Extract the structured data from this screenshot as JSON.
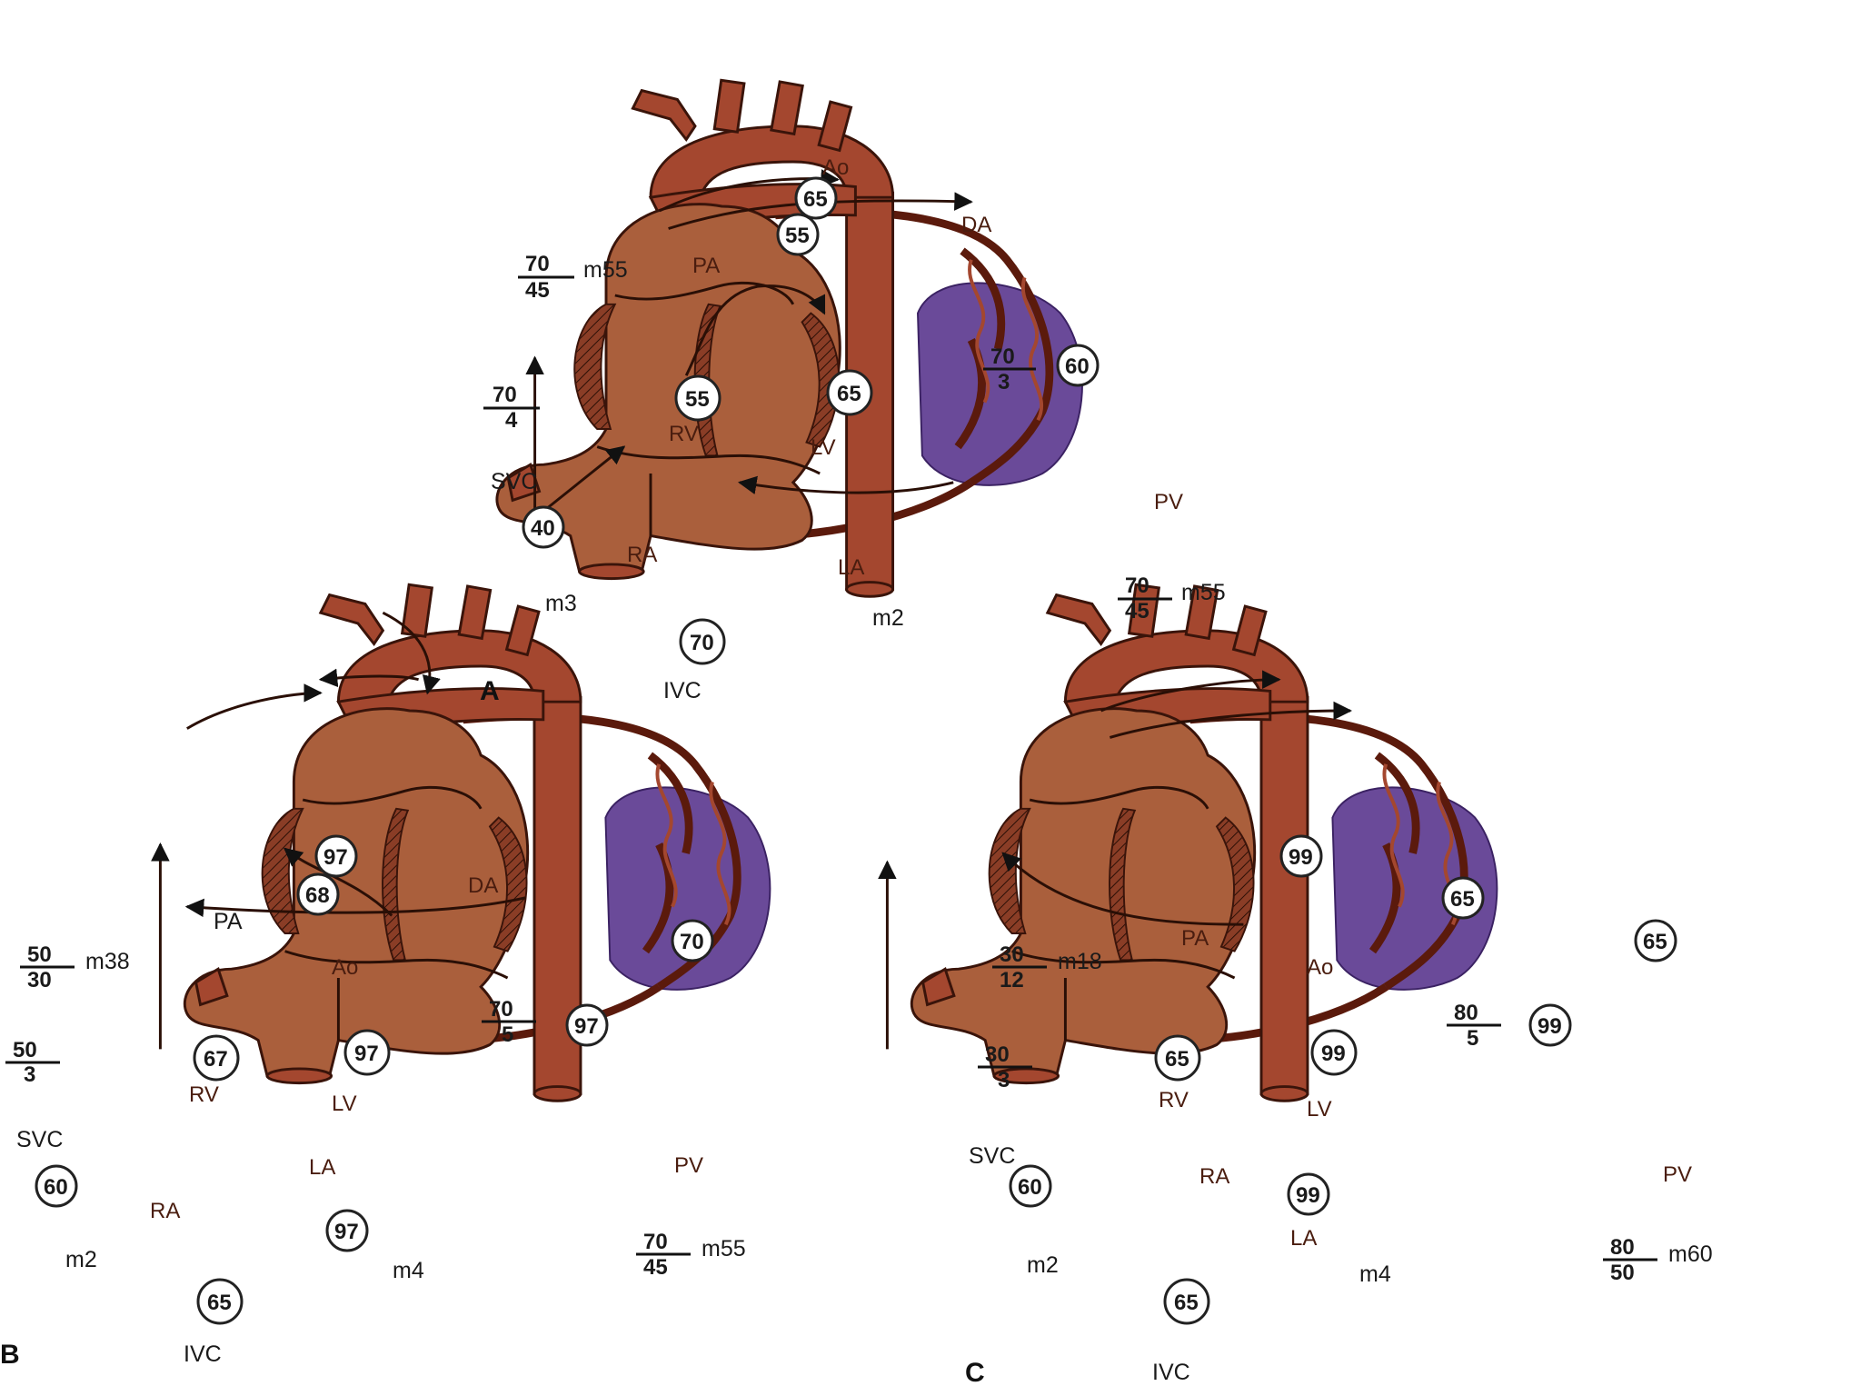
{
  "panels": {
    "A": {
      "letter": "A",
      "vessels": {
        "ao": "Ao",
        "da": "DA",
        "pa": "PA",
        "rv": "RV",
        "lv": "LV",
        "svc": "SVC",
        "ra": "RA",
        "la": "LA",
        "pv": "PV",
        "ivc": "IVC"
      },
      "sats": {
        "ao": "65",
        "pa": "55",
        "rv": "55",
        "lv": "65",
        "desc": "60",
        "svc": "40",
        "ivc": "70"
      },
      "pressures": {
        "pa": {
          "num": "70",
          "den": "45",
          "mean": "m55"
        },
        "rv": {
          "num": "70",
          "den": "4"
        },
        "lv": {
          "num": "70",
          "den": "3"
        },
        "ao": {
          "num": "70",
          "den": "45",
          "mean": "m55"
        },
        "ra": "m3",
        "la": "m2"
      }
    },
    "B": {
      "letter": "B",
      "vessels": {
        "da": "DA",
        "pa": "PA",
        "ao": "Ao",
        "rv": "RV",
        "lv": "LV",
        "svc": "SVC",
        "la": "LA",
        "ra": "RA",
        "pv": "PV",
        "ivc": "IVC"
      },
      "sats": {
        "ao": "97",
        "pa": "68",
        "pv": "70",
        "rv": "67",
        "lv": "97",
        "desc": "97",
        "svc": "60",
        "la": "97",
        "ivc": "65"
      },
      "pressures": {
        "pa": {
          "num": "50",
          "den": "30",
          "mean": "m38"
        },
        "rv": {
          "num": "50",
          "den": "3"
        },
        "lv": {
          "num": "70",
          "den": "5"
        },
        "ao": {
          "num": "70",
          "den": "45",
          "mean": "m55"
        },
        "ra": "m2",
        "la": "m4"
      }
    },
    "C": {
      "letter": "C",
      "vessels": {
        "pa": "PA",
        "ao": "Ao",
        "rv": "RV",
        "lv": "LV",
        "svc": "SVC",
        "ra": "RA",
        "la": "LA",
        "pv": "PV",
        "ivc": "IVC"
      },
      "sats": {
        "ao": "99",
        "pa": "65",
        "pv": "65",
        "rv": "65",
        "lv": "99",
        "desc": "99",
        "svc": "60",
        "la": "99",
        "ivc": "65"
      },
      "pressures": {
        "pa": {
          "num": "30",
          "den": "12",
          "mean": "m18"
        },
        "rv": {
          "num": "30",
          "den": "3"
        },
        "lv": {
          "num": "80",
          "den": "5"
        },
        "ao": {
          "num": "80",
          "den": "50",
          "mean": "m60"
        },
        "ra": "m2",
        "la": "m4"
      }
    }
  },
  "colors": {
    "vessel": "#a4472f",
    "heart": "#aa5f3c",
    "lung": "#6a4a99"
  }
}
